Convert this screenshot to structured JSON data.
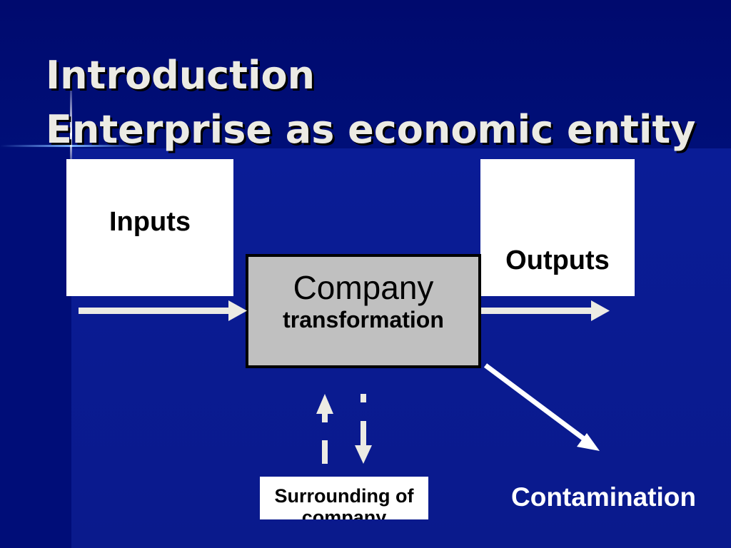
{
  "slide": {
    "title_line1": "Introduction",
    "title_line2": "Enterprise as economic entity"
  },
  "diagram": {
    "inputs_label": "Inputs",
    "outputs_label": "Outputs",
    "company_label": "Company",
    "company_sublabel": "transformation",
    "surrounding_label": "Surrounding of company",
    "contamination_label": "Contamination"
  },
  "colors": {
    "background": "#0a1a8f",
    "arrow": "#ecebe4",
    "company_fill": "#c0c0c0"
  }
}
